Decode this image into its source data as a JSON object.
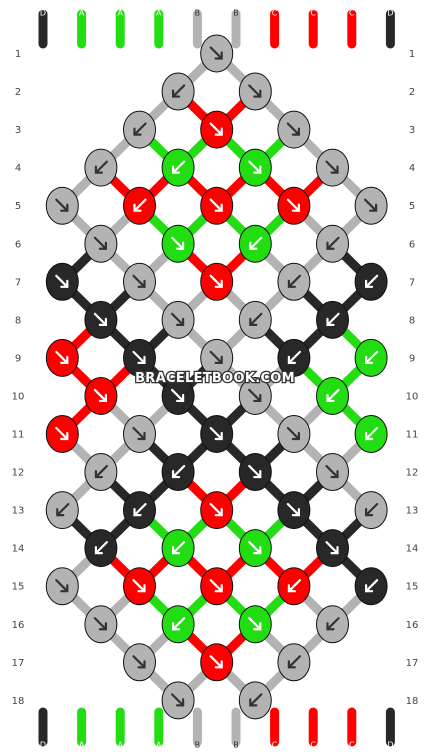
{
  "pattern": {
    "watermark": "BRACELETBOOK.COM",
    "colors": {
      "A": "#22dd11",
      "B": "#b3b3b3",
      "C": "#ff0000",
      "D": "#282828"
    },
    "strand_order": [
      "D",
      "A",
      "A",
      "A",
      "B",
      "B",
      "C",
      "C",
      "C",
      "D"
    ],
    "row_labels": [
      "1",
      "2",
      "3",
      "4",
      "5",
      "6",
      "7",
      "8",
      "9",
      "10",
      "11",
      "12",
      "13",
      "14",
      "15",
      "16",
      "17",
      "18"
    ],
    "rows": [
      [
        {
          "c": "B",
          "d": "dr"
        }
      ],
      [
        {
          "c": "B",
          "d": "dl"
        },
        {
          "c": "B",
          "d": "dr"
        }
      ],
      [
        {
          "c": "B",
          "d": "dl"
        },
        {
          "c": "C",
          "d": "dr"
        },
        {
          "c": "B",
          "d": "dr"
        }
      ],
      [
        {
          "c": "B",
          "d": "dl"
        },
        {
          "c": "A",
          "d": "dl"
        },
        {
          "c": "A",
          "d": "dr"
        },
        {
          "c": "B",
          "d": "dr"
        }
      ],
      [
        {
          "c": "B",
          "d": "dr"
        },
        {
          "c": "C",
          "d": "dl"
        },
        {
          "c": "C",
          "d": "dr"
        },
        {
          "c": "C",
          "d": "dr"
        },
        {
          "c": "B",
          "d": "dr"
        }
      ],
      [
        {
          "c": "B",
          "d": "dr"
        },
        {
          "c": "A",
          "d": "dr"
        },
        {
          "c": "A",
          "d": "dl"
        },
        {
          "c": "B",
          "d": "dl"
        }
      ],
      [
        {
          "c": "D",
          "d": "dr"
        },
        {
          "c": "B",
          "d": "dr"
        },
        {
          "c": "C",
          "d": "dr"
        },
        {
          "c": "B",
          "d": "dl"
        },
        {
          "c": "D",
          "d": "dl"
        }
      ],
      [
        {
          "c": "D",
          "d": "dr"
        },
        {
          "c": "B",
          "d": "dr"
        },
        {
          "c": "B",
          "d": "dl"
        },
        {
          "c": "D",
          "d": "dl"
        }
      ],
      [
        {
          "c": "C",
          "d": "dr"
        },
        {
          "c": "D",
          "d": "dr"
        },
        {
          "c": "B",
          "d": "dr"
        },
        {
          "c": "D",
          "d": "dl"
        },
        {
          "c": "A",
          "d": "dl"
        }
      ],
      [
        {
          "c": "C",
          "d": "dr"
        },
        {
          "c": "D",
          "d": "dr"
        },
        {
          "c": "B",
          "d": "dr"
        },
        {
          "c": "A",
          "d": "dl"
        }
      ],
      [
        {
          "c": "C",
          "d": "dr"
        },
        {
          "c": "B",
          "d": "dr"
        },
        {
          "c": "D",
          "d": "dr"
        },
        {
          "c": "B",
          "d": "dr"
        },
        {
          "c": "A",
          "d": "dl"
        }
      ],
      [
        {
          "c": "B",
          "d": "dl"
        },
        {
          "c": "D",
          "d": "dl"
        },
        {
          "c": "D",
          "d": "dr"
        },
        {
          "c": "B",
          "d": "dr"
        }
      ],
      [
        {
          "c": "B",
          "d": "dl"
        },
        {
          "c": "D",
          "d": "dl"
        },
        {
          "c": "C",
          "d": "dr"
        },
        {
          "c": "D",
          "d": "dr"
        },
        {
          "c": "B",
          "d": "dl"
        }
      ],
      [
        {
          "c": "D",
          "d": "dl"
        },
        {
          "c": "A",
          "d": "dl"
        },
        {
          "c": "A",
          "d": "dr"
        },
        {
          "c": "D",
          "d": "dr"
        }
      ],
      [
        {
          "c": "B",
          "d": "dr"
        },
        {
          "c": "C",
          "d": "dr"
        },
        {
          "c": "C",
          "d": "dr"
        },
        {
          "c": "C",
          "d": "dl"
        },
        {
          "c": "D",
          "d": "dl"
        }
      ],
      [
        {
          "c": "B",
          "d": "dr"
        },
        {
          "c": "A",
          "d": "dl"
        },
        {
          "c": "A",
          "d": "dr"
        },
        {
          "c": "B",
          "d": "dl"
        }
      ],
      [
        {
          "c": "B",
          "d": "dr"
        },
        {
          "c": "C",
          "d": "dr"
        },
        {
          "c": "B",
          "d": "dl"
        }
      ],
      [
        {
          "c": "B",
          "d": "dr"
        },
        {
          "c": "B",
          "d": "dl"
        }
      ]
    ]
  }
}
